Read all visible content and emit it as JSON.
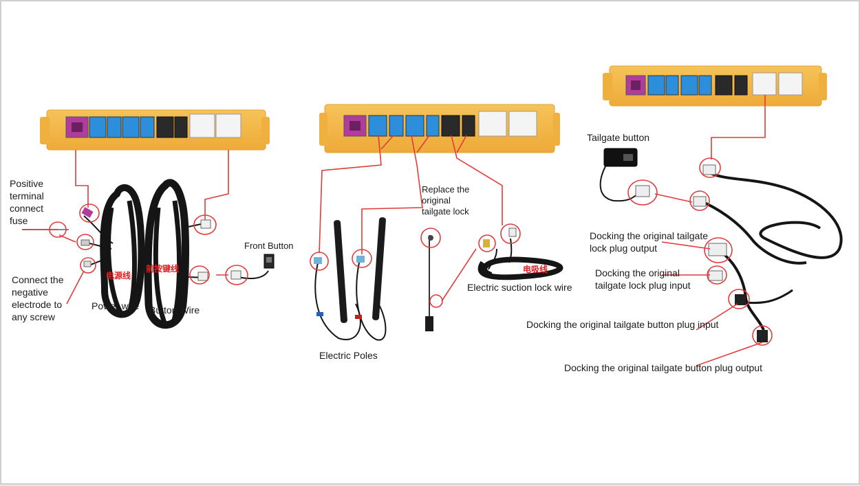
{
  "labels": {
    "positive_terminal": "Positive\nterminal\nconnect\nfuse",
    "negative_electrode": "Connect the\nnegative\n electrode to\nany screw",
    "power_wire": "Power wire",
    "button_wire": "Button Wire",
    "front_button": "Front Button",
    "electric_poles": "Electric Poles",
    "replace_lock": "Replace the\noriginal\n tailgate lock",
    "suction_lock_wire": "Electric suction lock wire",
    "tailgate_button": "Tailgate button",
    "lock_plug_output": "Docking the original tailgate\n lock plug output",
    "lock_plug_input": "Docking the original\n tailgate lock plug input",
    "button_plug_input": "Docking the original tailgate button plug input",
    "button_plug_output": "Docking the original tailgate button plug output"
  },
  "cable_tags": {
    "power_cn": "电源线",
    "button_cn": "前按键线",
    "lock_cn": "电吸线"
  },
  "colors": {
    "module_body": "#f2b544",
    "module_border": "#e2a130",
    "red_line": "#e23a3a",
    "connector_purple": "#b23c9c",
    "connector_blue": "#2d8fdc",
    "connector_black": "#2a2a2a",
    "connector_white": "#f4f4f4",
    "cable": "#151515"
  }
}
